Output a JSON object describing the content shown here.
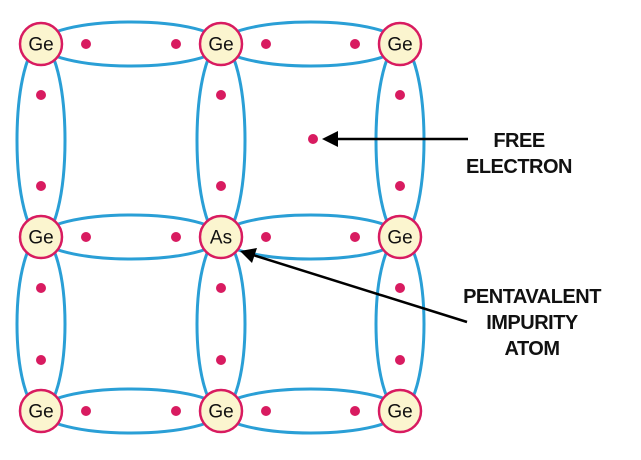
{
  "atoms": {
    "r0c0": "Ge",
    "r0c1": "Ge",
    "r0c2": "Ge",
    "r1c0": "Ge",
    "r1c1": "As",
    "r1c2": "Ge",
    "r2c0": "Ge",
    "r2c1": "Ge",
    "r2c2": "Ge"
  },
  "labels": {
    "free_electron": [
      "FREE",
      "ELECTRON"
    ],
    "impurity": [
      "PENTAVALENT",
      "IMPURITY",
      "ATOM"
    ]
  },
  "colors": {
    "bond": "#2a9fd6",
    "electron": "#d81b60",
    "atom_fill": "#fbf5cf",
    "atom_stroke": "#d81b60"
  }
}
